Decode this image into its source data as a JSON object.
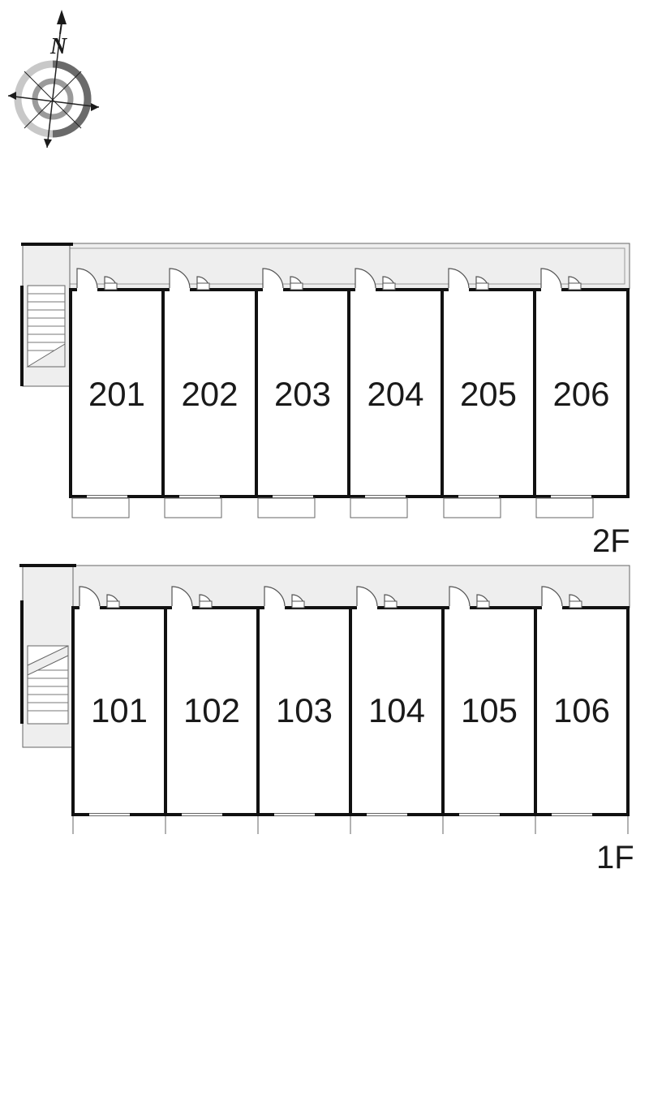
{
  "compass": {
    "north_label": "N"
  },
  "floors": [
    {
      "label": "2F",
      "units": [
        "201",
        "202",
        "203",
        "204",
        "205",
        "206"
      ]
    },
    {
      "label": "1F",
      "units": [
        "101",
        "102",
        "103",
        "104",
        "105",
        "106"
      ]
    }
  ],
  "colors": {
    "corridor": "#eeeeee",
    "wall": "#111111",
    "line": "#555555"
  }
}
